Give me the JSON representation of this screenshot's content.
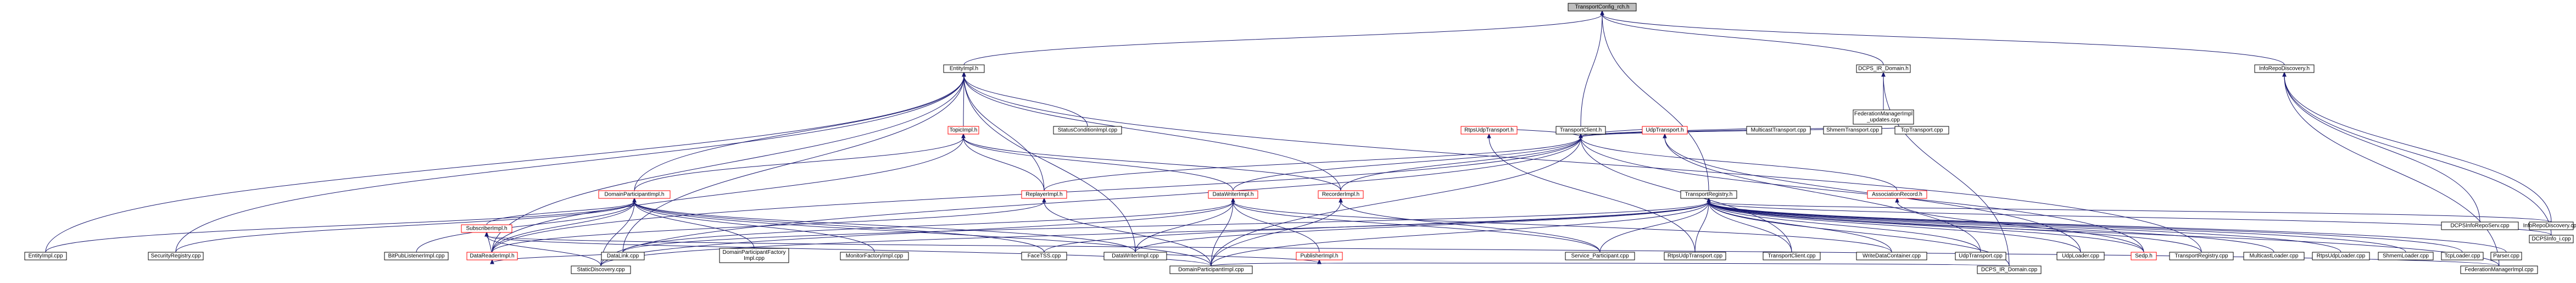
{
  "graph": {
    "colors": {
      "edge": "#191970",
      "node_border": "#000000",
      "incomplete_border": "#ff0000",
      "root_fill": "#bfbfbf"
    },
    "nodes": [
      {
        "id": "transportconfig",
        "label": "TransportConfig_rch.h",
        "kind": "root"
      },
      {
        "id": "entityimpl_h",
        "label": "EntityImpl.h"
      },
      {
        "id": "dcps_ir_domain_h",
        "label": "DCPS_IR_Domain.h"
      },
      {
        "id": "inforepodiscovery_h",
        "label": "InfoRepoDiscovery.h"
      },
      {
        "id": "transportclient_h",
        "label": "TransportClient.h"
      },
      {
        "id": "transportregistry_h",
        "label": "TransportRegistry.h"
      },
      {
        "id": "federationmanagerimpl_updates",
        "label": [
          "FederationManagerImpl",
          "_updates.cpp"
        ]
      },
      {
        "id": "topicimpl_h",
        "label": "TopicImpl.h",
        "kind": "red"
      },
      {
        "id": "statusconditionimpl",
        "label": "StatusConditionImpl.cpp"
      },
      {
        "id": "rtpsudptransport_h",
        "label": "RtpsUdpTransport.h",
        "kind": "red"
      },
      {
        "id": "udptransport_h",
        "label": "UdpTransport.h",
        "kind": "red"
      },
      {
        "id": "multicasttransport",
        "label": "MulticastTransport.cpp"
      },
      {
        "id": "shmemtransport",
        "label": "ShmemTransport.cpp"
      },
      {
        "id": "tcptransport",
        "label": "TcpTransport.cpp"
      },
      {
        "id": "associationrecord_h",
        "label": "AssociationRecord.h",
        "kind": "red"
      },
      {
        "id": "domainparticipantimpl_h",
        "label": "DomainParticipantImpl.h",
        "kind": "red"
      },
      {
        "id": "replayerimpl_h",
        "label": "ReplayerImpl.h",
        "kind": "red"
      },
      {
        "id": "datawriterimpl_h",
        "label": "DataWriterImpl.h",
        "kind": "red"
      },
      {
        "id": "recorderimpl_h",
        "label": "RecorderImpl.h",
        "kind": "red"
      },
      {
        "id": "entityimpl_cpp",
        "label": "EntityImpl.cpp"
      },
      {
        "id": "securityregistry",
        "label": "SecurityRegistry.cpp"
      },
      {
        "id": "bitpublistenerimpl",
        "label": "BitPubListenerImpl.cpp"
      },
      {
        "id": "datareaderimpl_h",
        "label": "DataReaderImpl.h",
        "kind": "red"
      },
      {
        "id": "domainparticipantfactoryimpl",
        "label": [
          "DomainParticipantFactory",
          "Impl.cpp"
        ]
      },
      {
        "id": "monitorfactoryimpl",
        "label": "MonitorFactoryImpl.cpp"
      },
      {
        "id": "facetss",
        "label": "FaceTSS.cpp"
      },
      {
        "id": "publisherimpl_h",
        "label": "PublisherImpl.h",
        "kind": "red"
      },
      {
        "id": "service_participant",
        "label": "Service_Participant.cpp"
      },
      {
        "id": "rtpsudptransport_cpp",
        "label": "RtpsUdpTransport.cpp"
      },
      {
        "id": "transportclient_cpp",
        "label": "TransportClient.cpp"
      },
      {
        "id": "writedatacontainer",
        "label": "WriteDataContainer.cpp"
      },
      {
        "id": "udptransport_cpp",
        "label": "UdpTransport.cpp"
      },
      {
        "id": "udploader",
        "label": "UdpLoader.cpp"
      },
      {
        "id": "sedp_h",
        "label": "Sedp.h",
        "kind": "red"
      },
      {
        "id": "transportregistry_cpp",
        "label": "TransportRegistry.cpp"
      },
      {
        "id": "multicastloader",
        "label": "MulticastLoader.cpp"
      },
      {
        "id": "rtpsudploader",
        "label": "RtpsUdpLoader.cpp"
      },
      {
        "id": "shmemloader",
        "label": "ShmemLoader.cpp"
      },
      {
        "id": "tcploader",
        "label": "TcpLoader.cpp"
      },
      {
        "id": "parser",
        "label": "Parser.cpp"
      },
      {
        "id": "inforepodiscovery_cpp",
        "label": "InfoRepoDiscovery.cpp"
      },
      {
        "id": "dcpsinfo_i",
        "label": "DCPSInfo_i.cpp"
      },
      {
        "id": "dcpsinforeposerv",
        "label": "DCPSInfoRepoServ.cpp"
      },
      {
        "id": "subscriberimpl_h",
        "label": "SubscriberImpl.h",
        "kind": "red"
      },
      {
        "id": "datalink",
        "label": "DataLink.cpp"
      },
      {
        "id": "datawriterimpl_cpp",
        "label": "DataWriterImpl.cpp"
      },
      {
        "id": "dcps_ir_domain_cpp",
        "label": "DCPS_IR_Domain.cpp"
      },
      {
        "id": "staticdiscovery",
        "label": "StaticDiscovery.cpp"
      },
      {
        "id": "domainparticipantimpl_cpp",
        "label": "DomainParticipantImpl.cpp"
      },
      {
        "id": "federationmanagerimpl_cpp",
        "label": "FederationManagerImpl.cpp"
      }
    ],
    "edges": [
      [
        "entityimpl_h",
        "transportconfig"
      ],
      [
        "transportclient_h",
        "transportconfig"
      ],
      [
        "transportregistry_h",
        "transportconfig"
      ],
      [
        "dcps_ir_domain_h",
        "transportconfig"
      ],
      [
        "inforepodiscovery_h",
        "transportconfig"
      ],
      [
        "federationmanagerimpl_updates",
        "dcps_ir_domain_h"
      ],
      [
        "dcps_ir_domain_cpp",
        "dcps_ir_domain_h"
      ],
      [
        "inforepodiscovery_cpp",
        "inforepodiscovery_h"
      ],
      [
        "dcpsinfo_i",
        "inforepodiscovery_h"
      ],
      [
        "dcpsinforeposerv",
        "inforepodiscovery_h"
      ],
      [
        "federationmanagerimpl_cpp",
        "inforepodiscovery_h"
      ],
      [
        "topicimpl_h",
        "entityimpl_h"
      ],
      [
        "statusconditionimpl",
        "entityimpl_h"
      ],
      [
        "domainparticipantimpl_h",
        "entityimpl_h"
      ],
      [
        "replayerimpl_h",
        "entityimpl_h"
      ],
      [
        "recorderimpl_h",
        "entityimpl_h"
      ],
      [
        "entityimpl_cpp",
        "entityimpl_h"
      ],
      [
        "securityregistry",
        "entityimpl_h"
      ],
      [
        "datareaderimpl_h",
        "entityimpl_h"
      ],
      [
        "datalink",
        "entityimpl_h"
      ],
      [
        "transportregistry_cpp",
        "entityimpl_h"
      ],
      [
        "datawriterimpl_cpp",
        "entityimpl_h"
      ],
      [
        "domainparticipantimpl_h",
        "topicimpl_h"
      ],
      [
        "replayerimpl_h",
        "topicimpl_h"
      ],
      [
        "datareaderimpl_h",
        "topicimpl_h"
      ],
      [
        "datawriterimpl_h",
        "topicimpl_h"
      ],
      [
        "recorderimpl_h",
        "topicimpl_h"
      ],
      [
        "datawriterimpl_h",
        "transportclient_h"
      ],
      [
        "recorderimpl_h",
        "transportclient_h"
      ],
      [
        "datareaderimpl_h",
        "transportclient_h"
      ],
      [
        "rtpsudptransport_h",
        "transportclient_h"
      ],
      [
        "udptransport_h",
        "transportclient_h"
      ],
      [
        "multicasttransport",
        "transportclient_h"
      ],
      [
        "shmemtransport",
        "transportclient_h"
      ],
      [
        "tcptransport",
        "transportclient_h"
      ],
      [
        "associationrecord_h",
        "transportclient_h"
      ],
      [
        "transportclient_cpp",
        "transportclient_h"
      ],
      [
        "sedp_h",
        "transportclient_h"
      ],
      [
        "staticdiscovery",
        "transportclient_h"
      ],
      [
        "domainparticipantimpl_cpp",
        "transportclient_h"
      ],
      [
        "replayerimpl_h",
        "transportclient_h"
      ],
      [
        "rtpsudptransport_cpp",
        "rtpsudptransport_h"
      ],
      [
        "udptransport_cpp",
        "udptransport_h"
      ],
      [
        "udploader",
        "udptransport_h"
      ],
      [
        "sedp_h",
        "associationrecord_h"
      ],
      [
        "entityimpl_cpp",
        "domainparticipantimpl_h"
      ],
      [
        "securityregistry",
        "domainparticipantimpl_h"
      ],
      [
        "bitpublistenerimpl",
        "domainparticipantimpl_h"
      ],
      [
        "datareaderimpl_h",
        "domainparticipantimpl_h"
      ],
      [
        "domainparticipantfactoryimpl",
        "domainparticipantimpl_h"
      ],
      [
        "monitorfactoryimpl",
        "domainparticipantimpl_h"
      ],
      [
        "facetss",
        "domainparticipantimpl_h"
      ],
      [
        "datawriterimpl_cpp",
        "domainparticipantimpl_h"
      ],
      [
        "staticdiscovery",
        "domainparticipantimpl_h"
      ],
      [
        "domainparticipantimpl_cpp",
        "domainparticipantimpl_h"
      ],
      [
        "subscriberimpl_h",
        "domainparticipantimpl_h"
      ],
      [
        "datareaderimpl_h",
        "replayerimpl_h"
      ],
      [
        "domainparticipantimpl_cpp",
        "replayerimpl_h"
      ],
      [
        "publisherimpl_h",
        "datawriterimpl_h"
      ],
      [
        "service_participant",
        "datawriterimpl_h"
      ],
      [
        "writedatacontainer",
        "datawriterimpl_h"
      ],
      [
        "datawriterimpl_cpp",
        "datawriterimpl_h"
      ],
      [
        "datalink",
        "datawriterimpl_h"
      ],
      [
        "staticdiscovery",
        "datawriterimpl_h"
      ],
      [
        "domainparticipantimpl_cpp",
        "datawriterimpl_h"
      ],
      [
        "service_participant",
        "recorderimpl_h"
      ],
      [
        "domainparticipantimpl_cpp",
        "recorderimpl_h"
      ],
      [
        "subscriberimpl_h",
        "datareaderimpl_h"
      ],
      [
        "datalink",
        "datareaderimpl_h"
      ],
      [
        "datawriterimpl_cpp",
        "publisherimpl_h"
      ],
      [
        "domainparticipantimpl_cpp",
        "publisherimpl_h"
      ],
      [
        "dcps_ir_domain_cpp",
        "publisherimpl_h"
      ],
      [
        "staticdiscovery",
        "subscriberimpl_h"
      ],
      [
        "domainparticipantimpl_cpp",
        "subscriberimpl_h"
      ],
      [
        "federationmanagerimpl_cpp",
        "subscriberimpl_h"
      ],
      [
        "transportclient_cpp",
        "transportregistry_h"
      ],
      [
        "writedatacontainer",
        "transportregistry_h"
      ],
      [
        "udptransport_cpp",
        "transportregistry_h"
      ],
      [
        "udploader",
        "transportregistry_h"
      ],
      [
        "sedp_h",
        "transportregistry_h"
      ],
      [
        "transportregistry_cpp",
        "transportregistry_h"
      ],
      [
        "multicastloader",
        "transportregistry_h"
      ],
      [
        "rtpsudploader",
        "transportregistry_h"
      ],
      [
        "shmemloader",
        "transportregistry_h"
      ],
      [
        "tcploader",
        "transportregistry_h"
      ],
      [
        "parser",
        "transportregistry_h"
      ],
      [
        "inforepodiscovery_cpp",
        "transportregistry_h"
      ],
      [
        "dcpsinfo_i",
        "transportregistry_h"
      ],
      [
        "federationmanagerimpl_cpp",
        "transportregistry_h"
      ],
      [
        "dcps_ir_domain_cpp",
        "transportregistry_h"
      ],
      [
        "datalink",
        "transportregistry_h"
      ],
      [
        "facetss",
        "transportregistry_h"
      ],
      [
        "service_participant",
        "transportregistry_h"
      ],
      [
        "rtpsudptransport_cpp",
        "transportregistry_h"
      ],
      [
        "staticdiscovery",
        "transportregistry_h"
      ],
      [
        "domainparticipantimpl_cpp",
        "transportregistry_h"
      ],
      [
        "datawriterimpl_cpp",
        "transportregistry_h"
      ]
    ]
  }
}
